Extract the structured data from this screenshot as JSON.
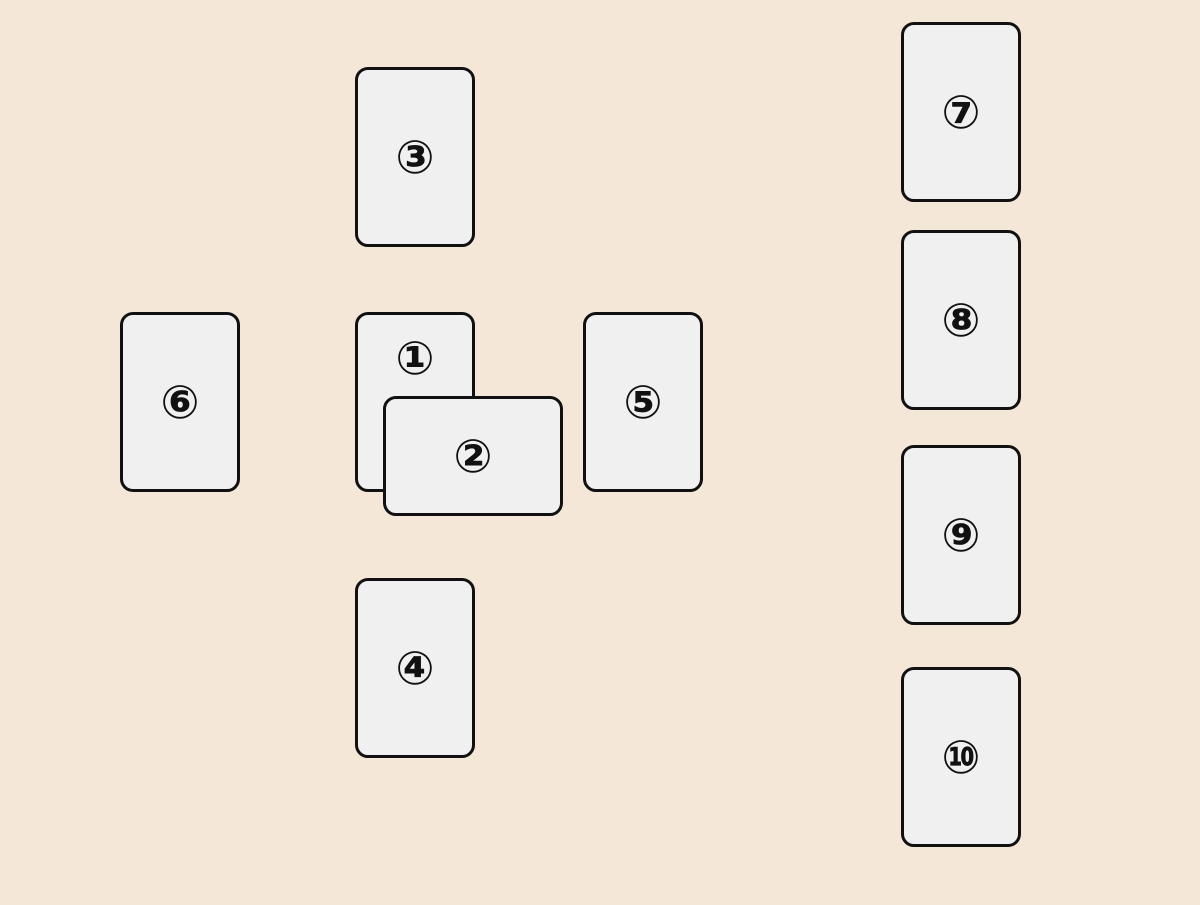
{
  "board": {
    "background": "#f5e7d7",
    "card_fill": "#f0f0f0",
    "card_stroke": "#111111"
  },
  "cards": [
    {
      "label": "①",
      "orientation": "vertical"
    },
    {
      "label": "②",
      "orientation": "horizontal"
    },
    {
      "label": "③",
      "orientation": "vertical"
    },
    {
      "label": "④",
      "orientation": "vertical"
    },
    {
      "label": "⑤",
      "orientation": "vertical"
    },
    {
      "label": "⑥",
      "orientation": "vertical"
    },
    {
      "label": "⑦",
      "orientation": "vertical"
    },
    {
      "label": "⑧",
      "orientation": "vertical"
    },
    {
      "label": "⑨",
      "orientation": "vertical"
    },
    {
      "label": "⑩",
      "orientation": "vertical"
    }
  ]
}
